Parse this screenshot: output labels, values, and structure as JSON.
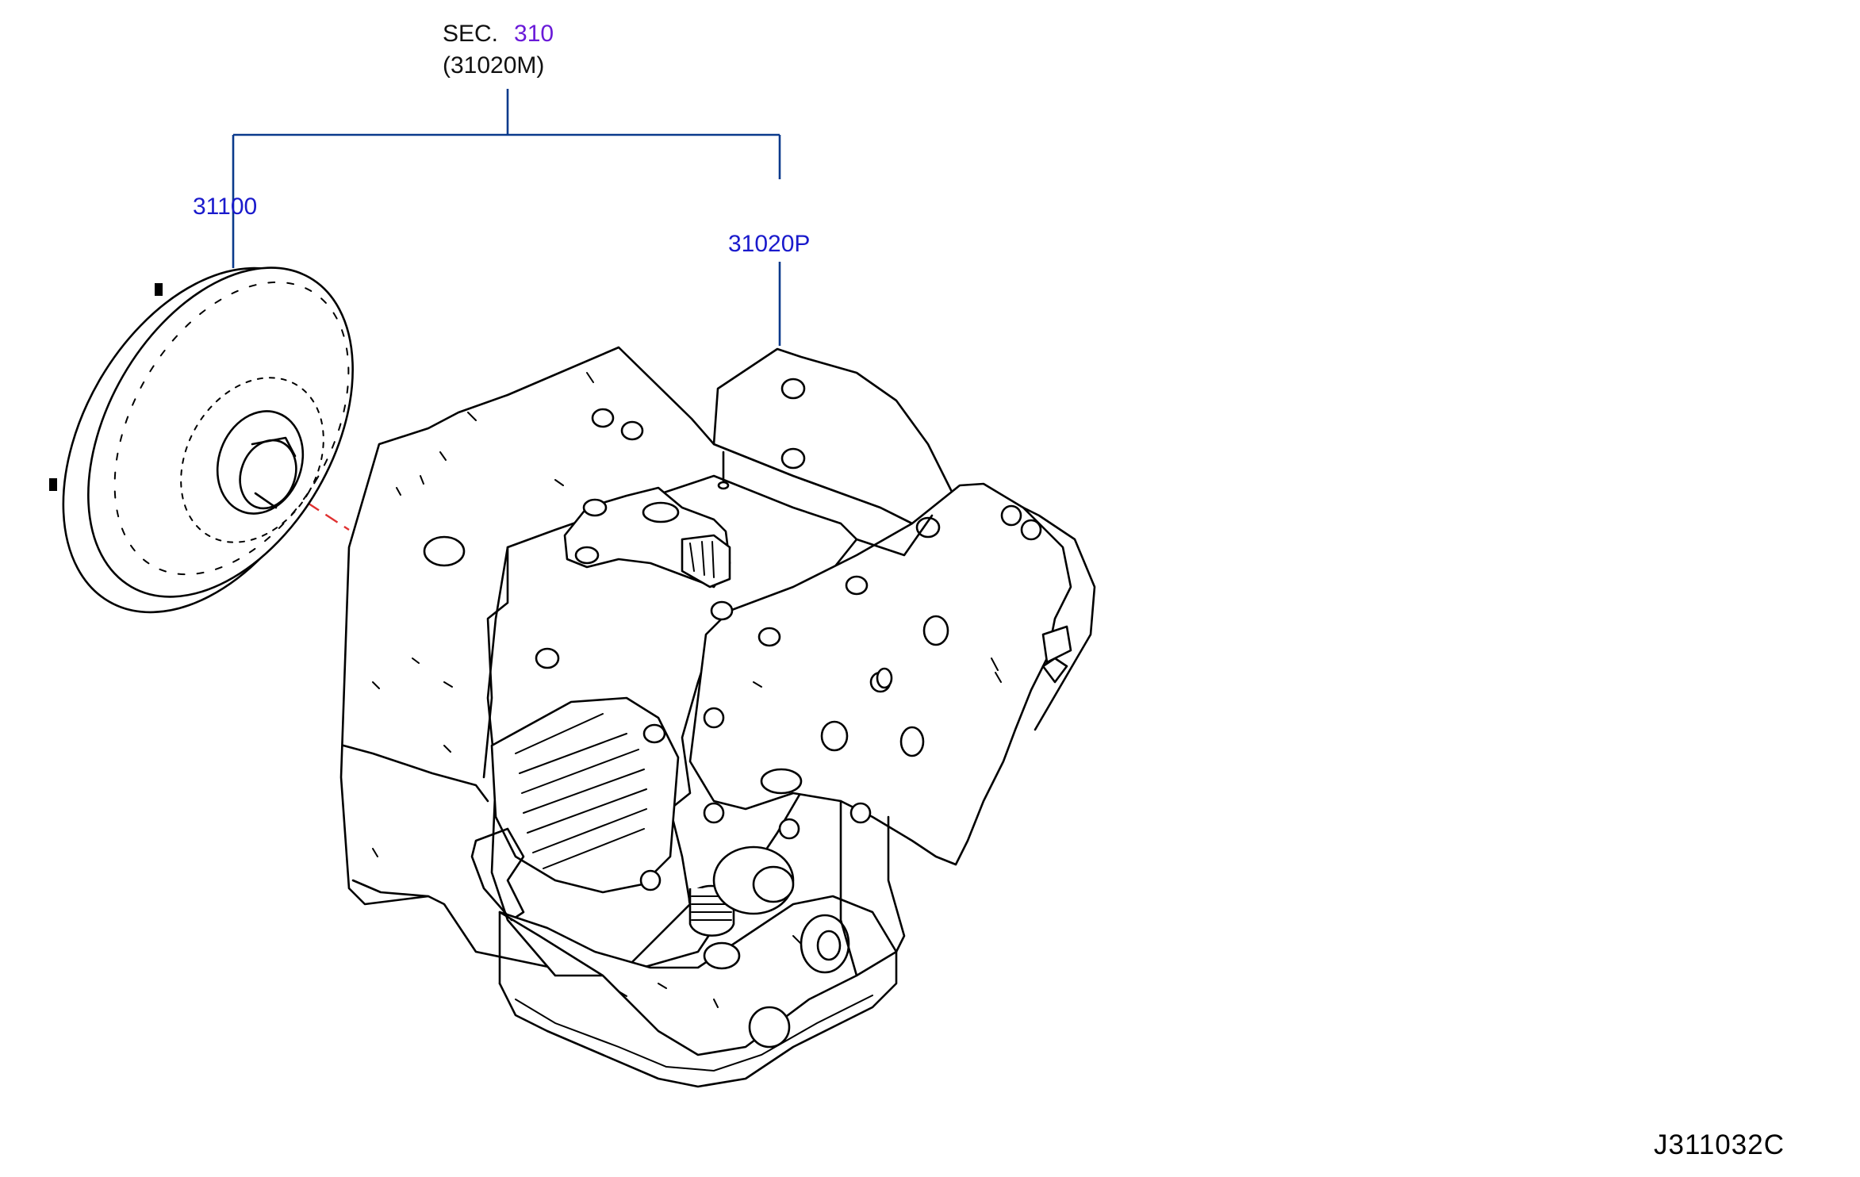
{
  "header": {
    "sec_prefix": "SEC.",
    "sec_number": "310",
    "assembly_code": "(31020M)"
  },
  "parts": {
    "torque_converter": "31100",
    "transmission": "31020P"
  },
  "figure_id": "J311032C",
  "colors": {
    "leader_line": "#0a3a8c",
    "part_label": "#1a1acc",
    "sec_number": "#6a1ad8",
    "centerline": "#e03030",
    "drawing": "#000000"
  }
}
